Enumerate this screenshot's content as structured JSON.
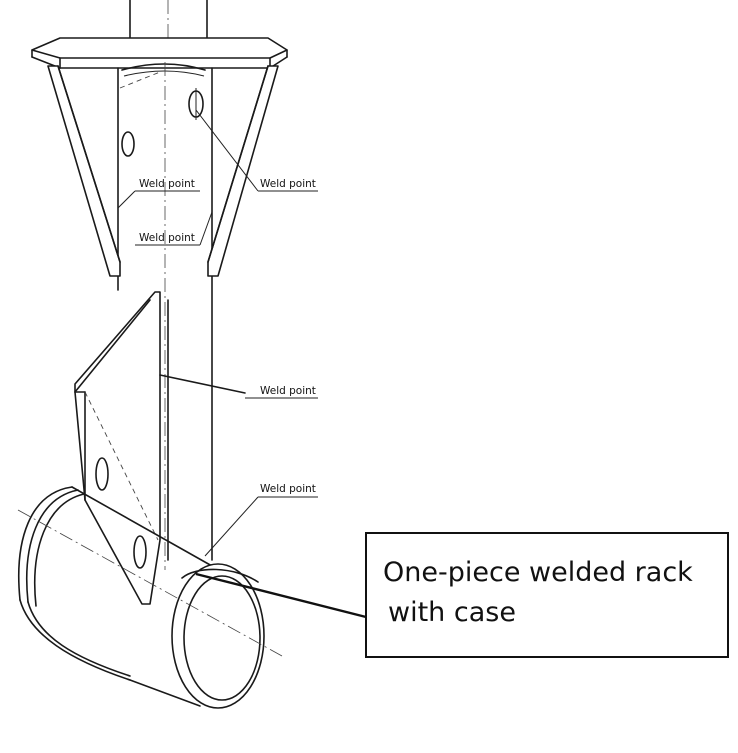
{
  "labels": {
    "weld_left_1": "Weld point",
    "weld_left_2": "Weld point",
    "weld_right_1": "Weld point",
    "weld_right_2": "Weld point",
    "weld_right_3": "Weld point"
  },
  "callout": {
    "line1": "One-piece welded rack",
    "line2": "with case"
  }
}
